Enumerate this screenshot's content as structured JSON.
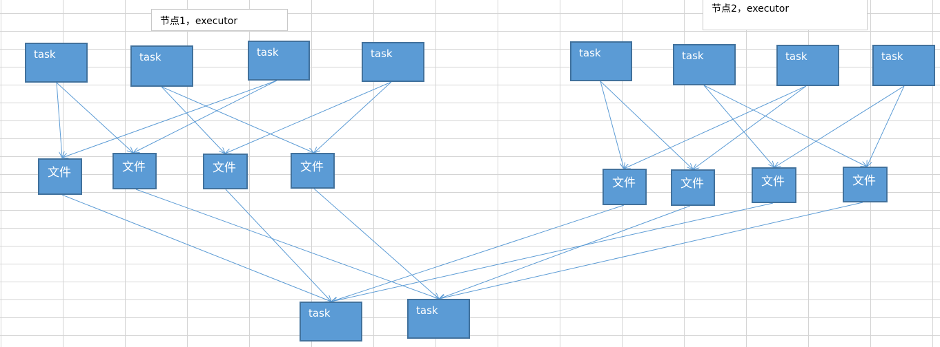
{
  "labels": {
    "node1": "节点1，executor",
    "node2": "节点2，executor"
  },
  "tasks": {
    "n1t1": "task",
    "n1t2": "task",
    "n1t3": "task",
    "n1t4": "task",
    "n2t1": "task",
    "n2t2": "task",
    "n2t3": "task",
    "n2t4": "task",
    "out1": "task",
    "out2": "task"
  },
  "files": {
    "n1f1": "文件",
    "n1f2": "文件",
    "n1f3": "文件",
    "n1f4": "文件",
    "n2f1": "文件",
    "n2f2": "文件",
    "n2f3": "文件",
    "n2f4": "文件"
  },
  "colors": {
    "box_fill": "#5b9bd5",
    "box_border": "#41719c",
    "arrow": "#5b9bd5"
  }
}
